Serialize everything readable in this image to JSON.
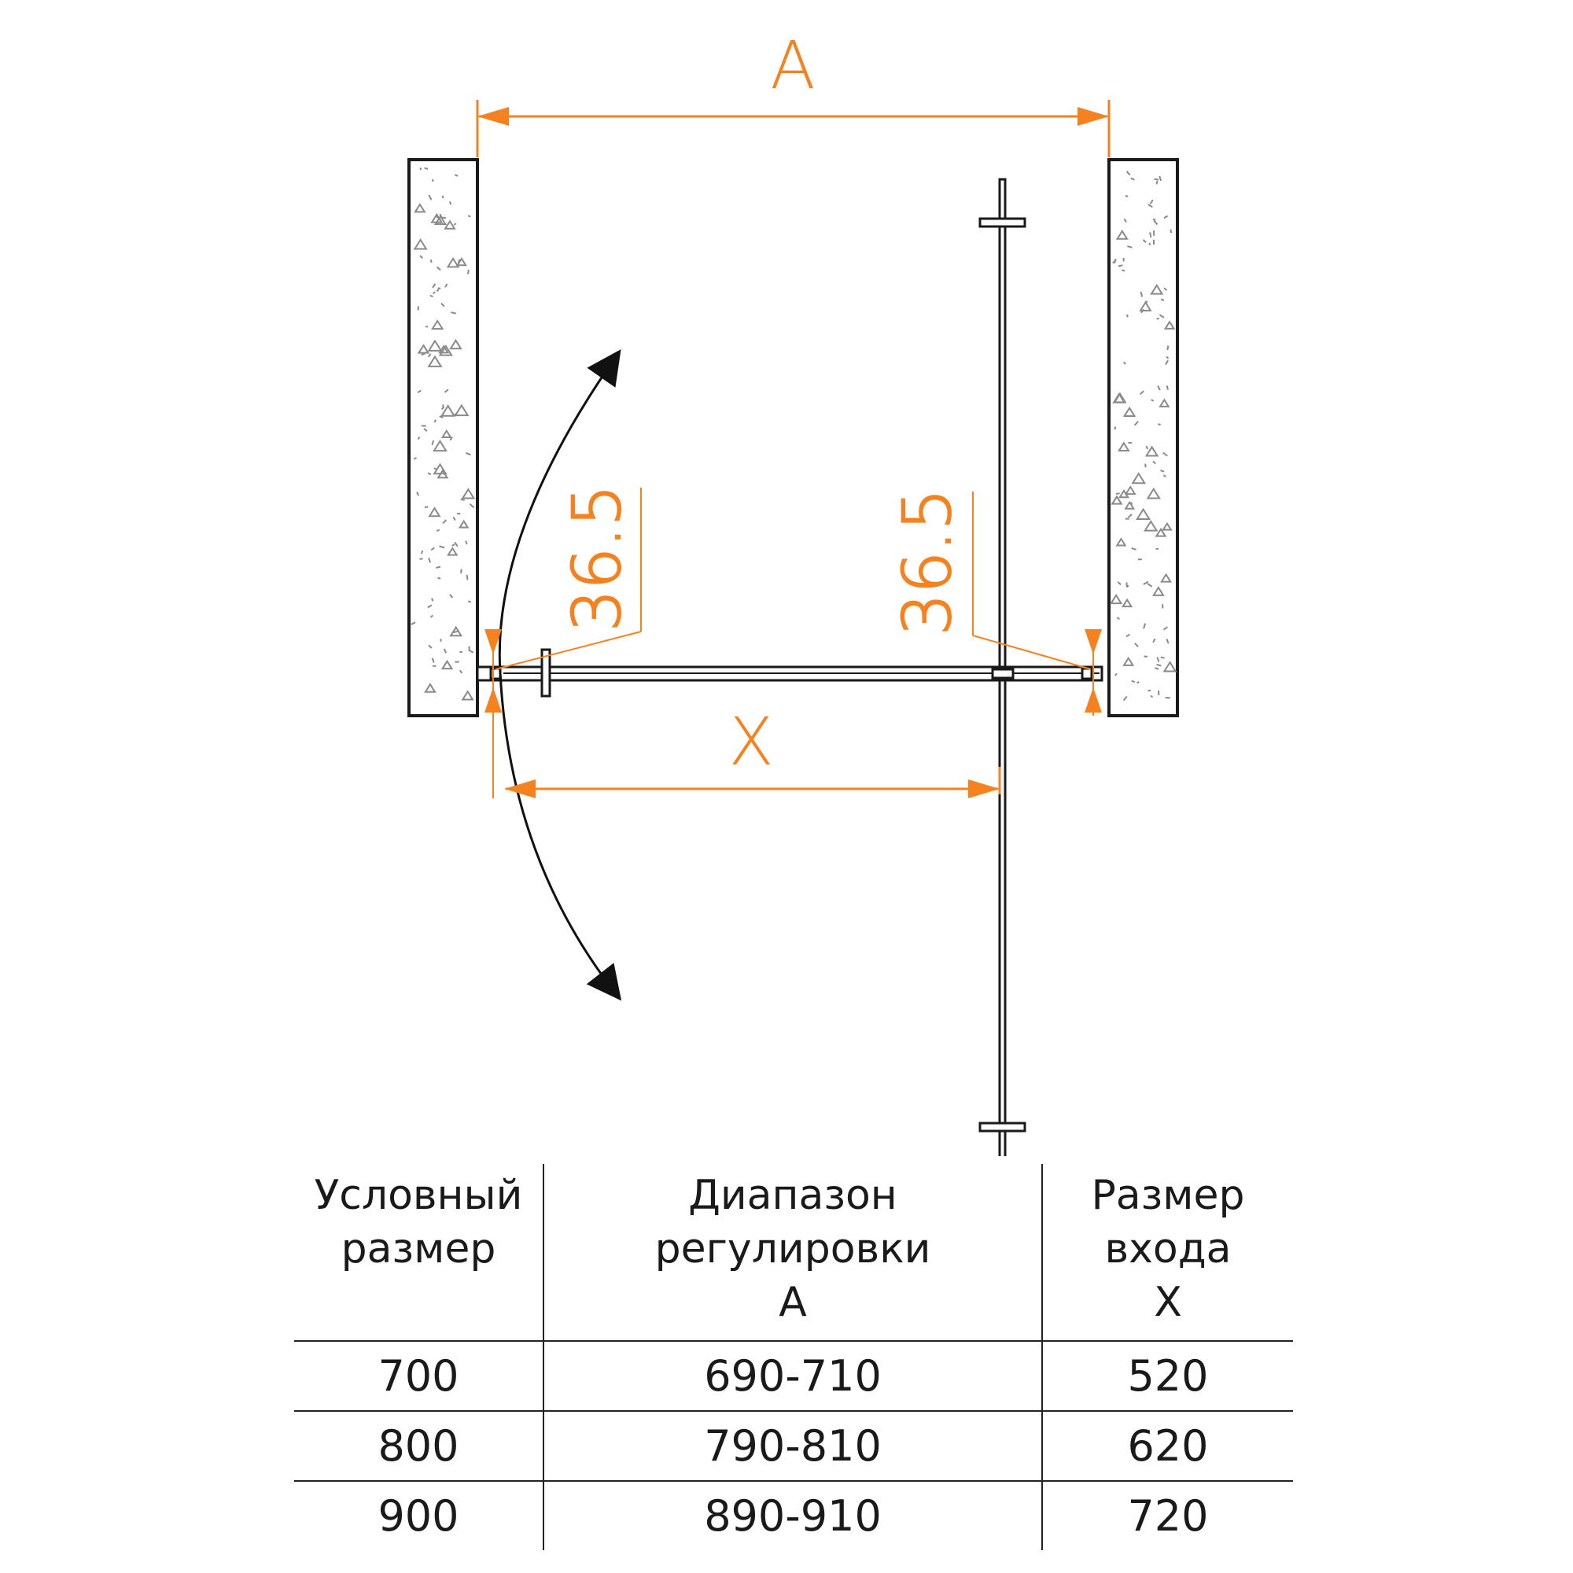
{
  "diagram": {
    "dimension_labels": {
      "opening_width": "A",
      "entrance_width": "X",
      "left_adjust": "36.5",
      "right_adjust": "36.5"
    },
    "colors": {
      "dimension": "#f5821f",
      "line": "#1a1a1a",
      "wall_texture": "#888888"
    }
  },
  "table": {
    "headers": [
      [
        "Условный",
        "размер"
      ],
      [
        "Диапазон",
        "регулировки",
        "A"
      ],
      [
        "Размер",
        "входа",
        "X"
      ]
    ],
    "rows": [
      [
        "700",
        "690-710",
        "520"
      ],
      [
        "800",
        "790-810",
        "620"
      ],
      [
        "900",
        "890-910",
        "720"
      ]
    ]
  }
}
